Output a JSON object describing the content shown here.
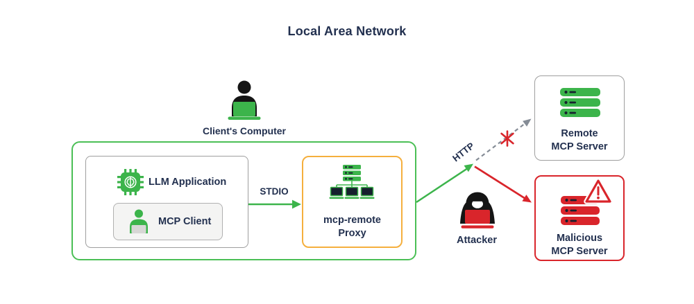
{
  "title": "Local Area Network",
  "nodes": {
    "clients_computer": {
      "label": "Client's Computer"
    },
    "llm_application": {
      "label": "LLM Application"
    },
    "mcp_client": {
      "label": "MCP Client"
    },
    "proxy": {
      "line1": "mcp-remote",
      "line2": "Proxy"
    },
    "attacker": {
      "label": "Attacker"
    },
    "remote_server": {
      "line1": "Remote",
      "line2": "MCP Server"
    },
    "malicious_server": {
      "line1": "Malicious",
      "line2": "MCP Server"
    }
  },
  "edges": {
    "stdio": {
      "label": "STDIO"
    },
    "http": {
      "label": "HTTP"
    }
  },
  "icons": {
    "clients_computer": "person-at-laptop-icon",
    "llm_application": "ai-chip-icon",
    "mcp_client": "user-at-laptop-icon",
    "proxy": "server-network-icon",
    "attacker": "hooded-hacker-icon",
    "remote_server": "server-stack-icon",
    "malicious_server": "server-stack-warning-icon",
    "blocked_marker": "blocked-asterisk-icon"
  },
  "colors": {
    "green": "#3CB44B",
    "green_border": "#4ABF55",
    "orange": "#F5AF3D",
    "red": "#D9252B",
    "navy": "#22304F",
    "gray_border": "#9E9E9E",
    "gray_line": "#858C96",
    "dark": "#16202E",
    "black": "#151515",
    "panel": "#F4F4F3"
  }
}
